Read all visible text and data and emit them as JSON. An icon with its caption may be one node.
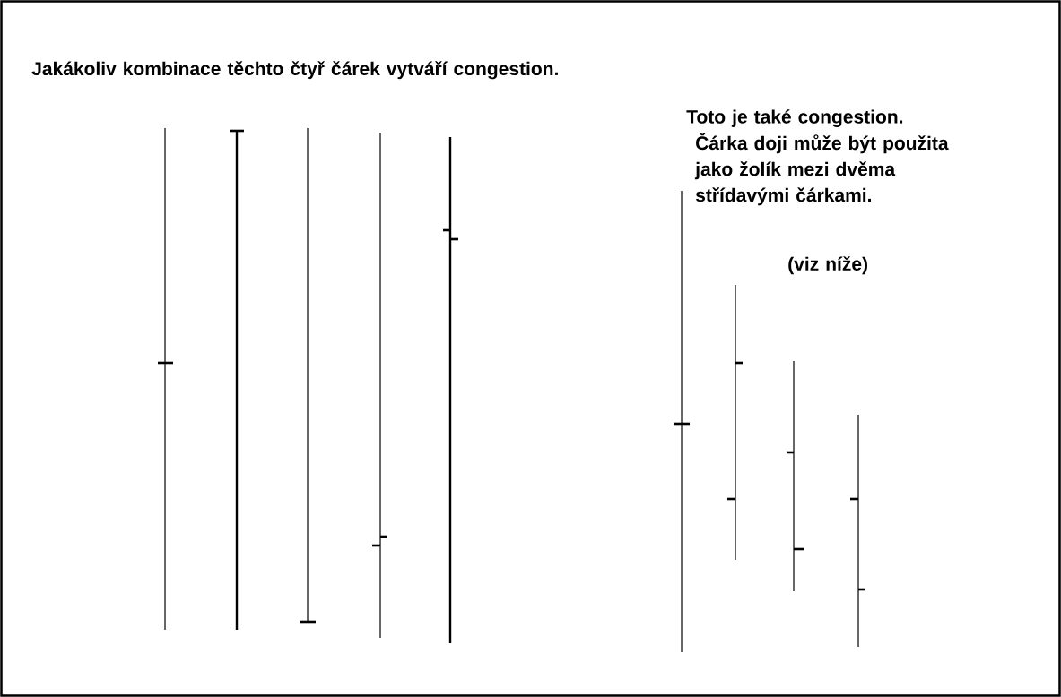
{
  "diagram": {
    "labels": [
      "Jakákoliv kombinace těchto čtyř čárek vytváří congestion.",
      "Toto je také congestion.",
      "Čárka doji může být použita jako žolík mezi dvěma střídavými čárkami.",
      "(viz níže)"
    ]
  }
}
